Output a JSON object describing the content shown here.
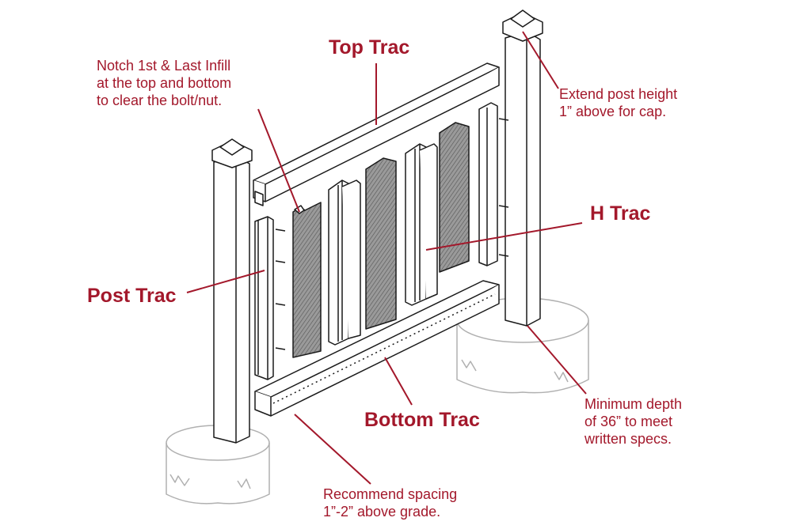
{
  "colors": {
    "accent": "#a3182b",
    "line": "#1a1a1a",
    "infill": "#8a8a8a",
    "concrete": "#bdbdbd"
  },
  "labels": {
    "top_trac": "Top Trac",
    "h_trac": "H Trac",
    "post_trac": "Post Trac",
    "bottom_trac": "Bottom Trac"
  },
  "notes": {
    "notch": [
      "Notch 1st & Last Infill",
      "at the top and bottom",
      "to clear the bolt/nut."
    ],
    "extend": [
      "Extend post height",
      "1” above for cap."
    ],
    "depth": [
      "Minimum depth",
      "of 36” to meet",
      "written specs."
    ],
    "spacing": [
      "Recommend spacing",
      "1”-2” above grade."
    ]
  }
}
